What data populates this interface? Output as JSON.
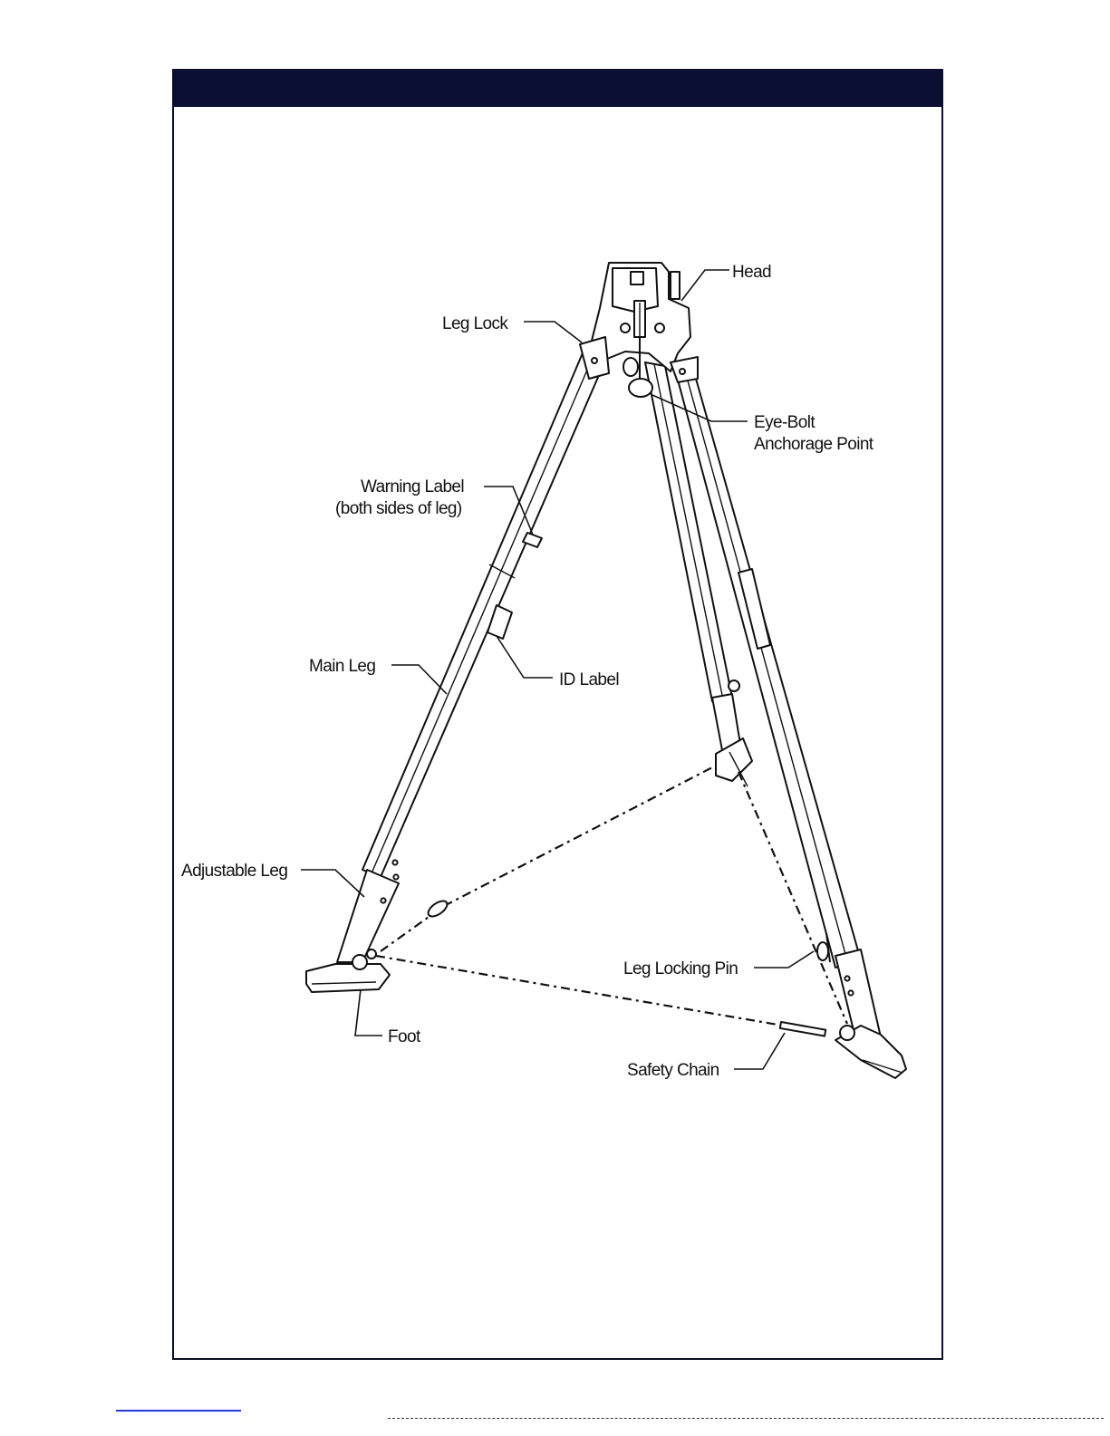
{
  "header": {
    "title": "",
    "bar_color": "#0a0f33"
  },
  "diagram": {
    "labels": {
      "head": "Head",
      "leg_lock": "Leg Lock",
      "eye_bolt_line1": "Eye-Bolt",
      "eye_bolt_line2": "Anchorage Point",
      "warning_label_line1": "Warning Label",
      "warning_label_line2": "(both sides of leg)",
      "main_leg": "Main Leg",
      "id_label": "ID Label",
      "adjustable_leg": "Adjustable Leg",
      "leg_locking_pin": "Leg Locking Pin",
      "foot": "Foot",
      "safety_chain": "Safety Chain"
    }
  },
  "colors": {
    "ink": "#111111",
    "frame": "#0a0f33",
    "link": "#1a3fd6"
  }
}
